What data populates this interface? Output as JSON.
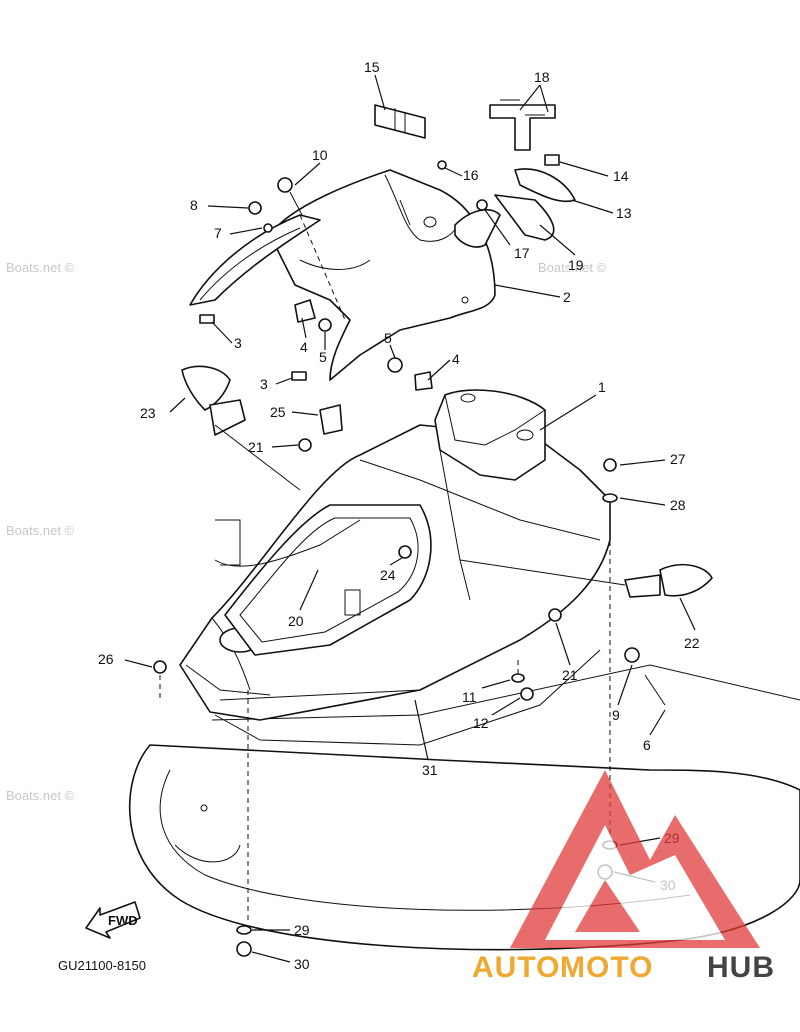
{
  "diagram": {
    "code": "GU21100-8150",
    "fwd_label": "FWD",
    "watermark": "Boats.net ©",
    "logo": {
      "part1": "AUTO",
      "part2": "MOTO",
      "part3": "HUB"
    },
    "colors": {
      "logo_orange": "#f0a830",
      "logo_grey": "#444444",
      "logo_red": "#e23b3b"
    },
    "callouts": [
      {
        "label": "15"
      },
      {
        "label": "18"
      },
      {
        "label": "10"
      },
      {
        "label": "16"
      },
      {
        "label": "14"
      },
      {
        "label": "8"
      },
      {
        "label": "7"
      },
      {
        "label": "13"
      },
      {
        "label": "17"
      },
      {
        "label": "19"
      },
      {
        "label": "2"
      },
      {
        "label": "3"
      },
      {
        "label": "4"
      },
      {
        "label": "5"
      },
      {
        "label": "5"
      },
      {
        "label": "4"
      },
      {
        "label": "3"
      },
      {
        "label": "1"
      },
      {
        "label": "23"
      },
      {
        "label": "25"
      },
      {
        "label": "21"
      },
      {
        "label": "27"
      },
      {
        "label": "28"
      },
      {
        "label": "24"
      },
      {
        "label": "20"
      },
      {
        "label": "22"
      },
      {
        "label": "26"
      },
      {
        "label": "21"
      },
      {
        "label": "11"
      },
      {
        "label": "12"
      },
      {
        "label": "9"
      },
      {
        "label": "6"
      },
      {
        "label": "31"
      },
      {
        "label": "29"
      },
      {
        "label": "30"
      },
      {
        "label": "29"
      },
      {
        "label": "30"
      }
    ]
  }
}
